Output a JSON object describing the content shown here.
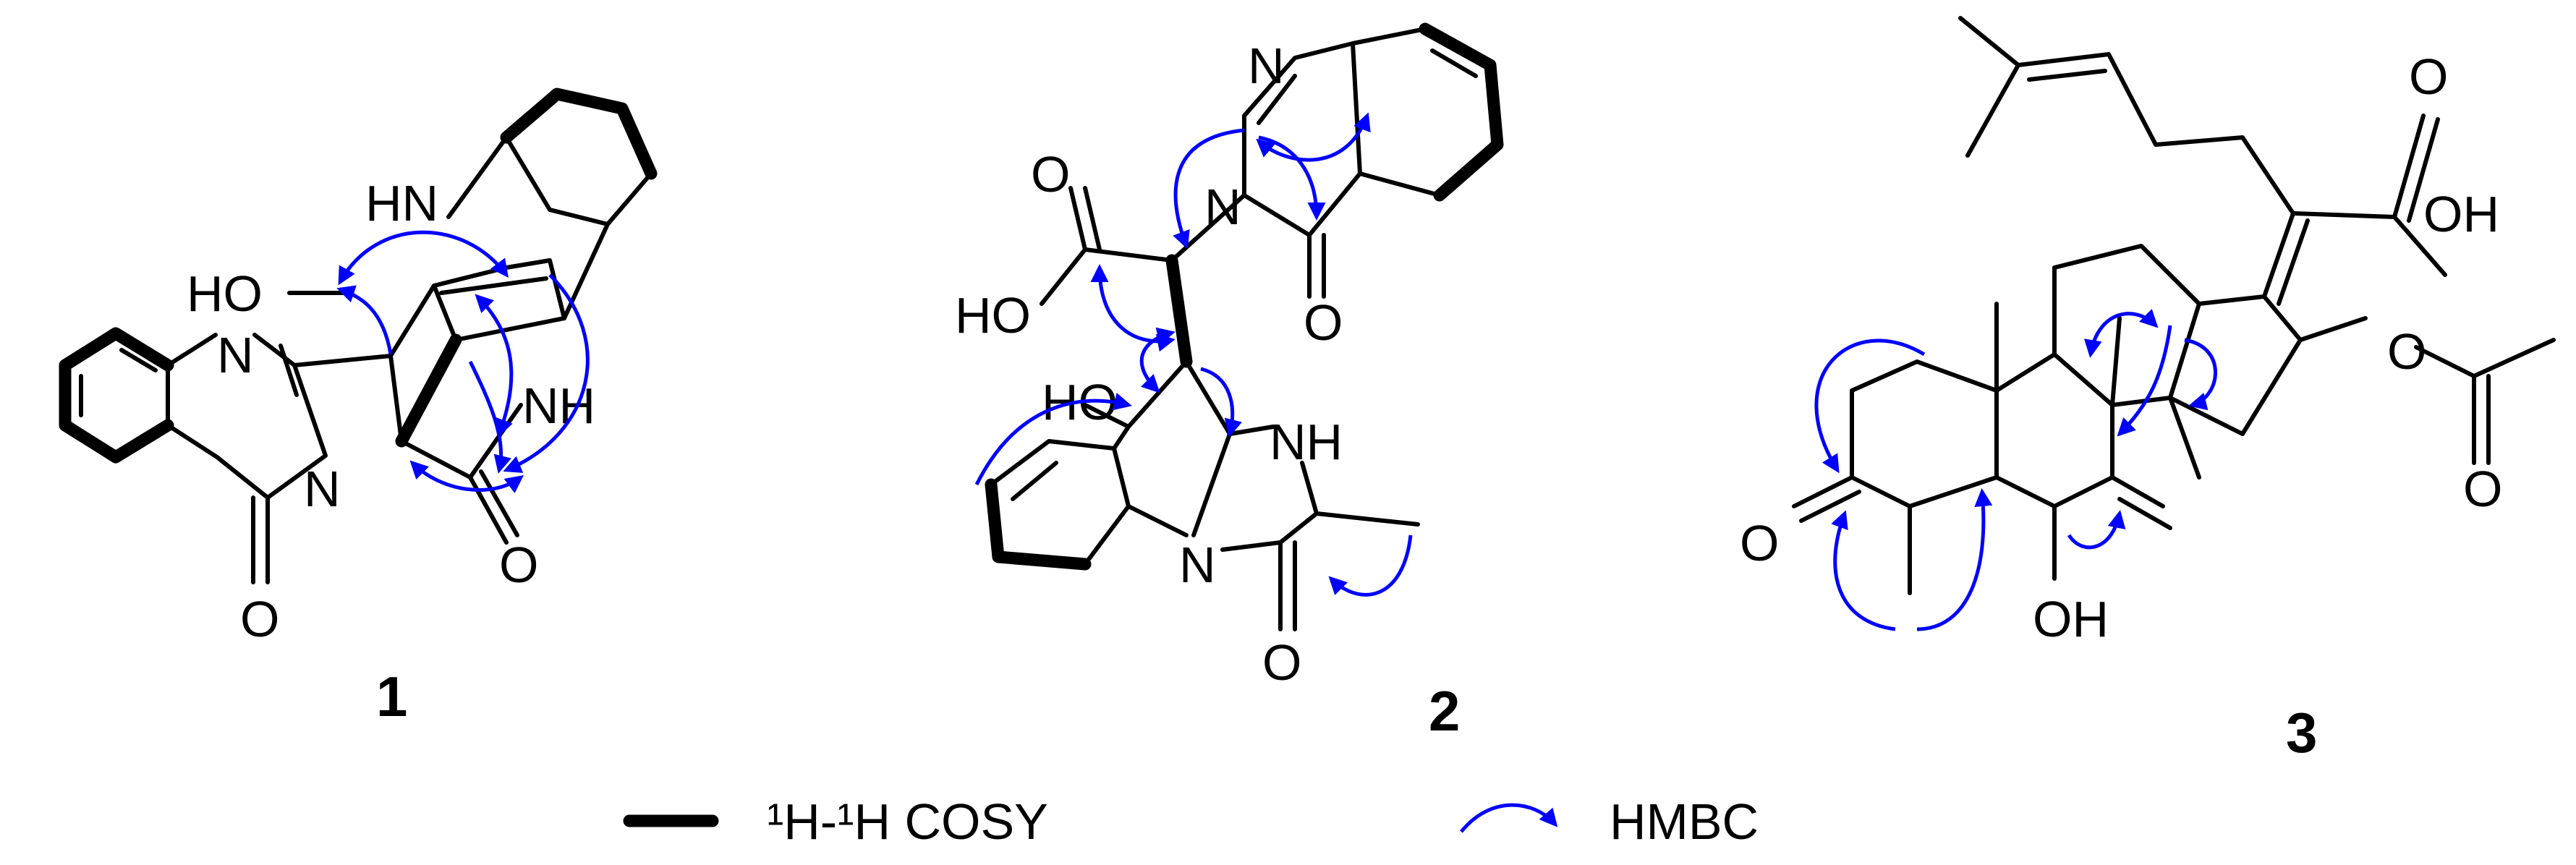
{
  "compounds": [
    {
      "id": "1",
      "atom_labels": [
        "HN",
        "HO",
        "N",
        "N",
        "NH",
        "O",
        "O"
      ]
    },
    {
      "id": "2",
      "atom_labels": [
        "N",
        "O",
        "N",
        "HO",
        "O",
        "HO",
        "NH",
        "N",
        "O"
      ]
    },
    {
      "id": "3",
      "atom_labels": [
        "O",
        "OH",
        "O",
        "O",
        "O",
        "OH"
      ]
    }
  ],
  "legend": {
    "cosy_label": "¹H-¹H COSY",
    "hmbc_label": "HMBC"
  },
  "colors": {
    "bond": "#000000",
    "hmbc_arrow": "#0000ff"
  }
}
